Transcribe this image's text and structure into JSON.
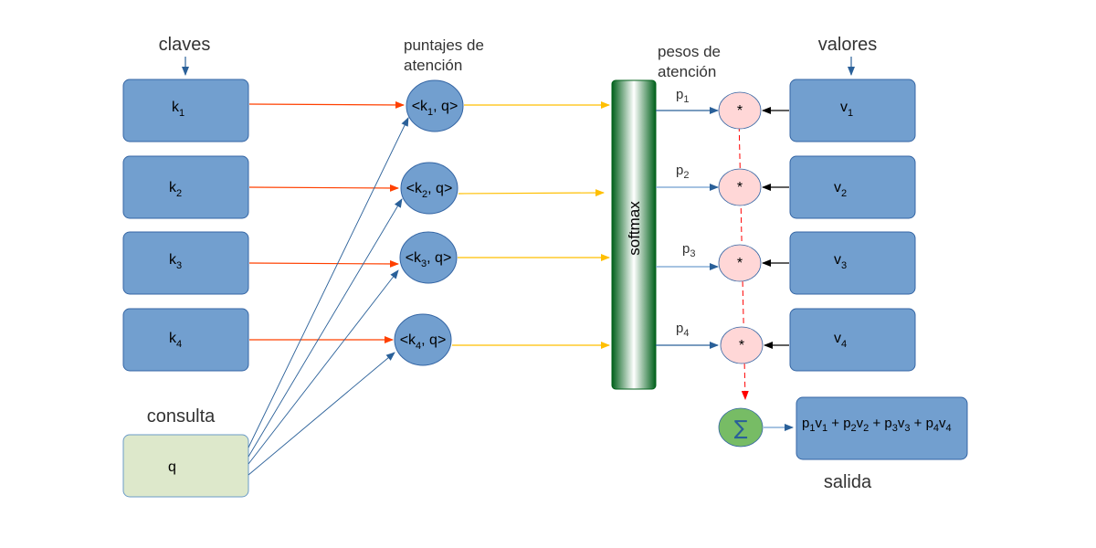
{
  "labels": {
    "keys_title": "claves",
    "query_title": "consulta",
    "scores_title_line1": "puntajes de",
    "scores_title_line2": "atención",
    "weights_title_line1": "pesos de",
    "weights_title_line2": "atención",
    "values_title": "valores",
    "softmax": "softmax",
    "output_title": "salida",
    "mult_symbol": "*",
    "sum_symbol": "∑"
  },
  "query": {
    "label": "q"
  },
  "keys": [
    {
      "base": "k",
      "sub": "1"
    },
    {
      "base": "k",
      "sub": "2"
    },
    {
      "base": "k",
      "sub": "3"
    },
    {
      "base": "k",
      "sub": "4"
    }
  ],
  "scores": [
    {
      "pre": "<k",
      "sub": "1",
      "post": ", q>"
    },
    {
      "pre": "<k",
      "sub": "2",
      "post": ", q>"
    },
    {
      "pre": "<k",
      "sub": "3",
      "post": ", q>"
    },
    {
      "pre": "<k",
      "sub": "4",
      "post": ", q>"
    }
  ],
  "weights": [
    {
      "base": "p",
      "sub": "1"
    },
    {
      "base": "p",
      "sub": "2"
    },
    {
      "base": "p",
      "sub": "3"
    },
    {
      "base": "p",
      "sub": "4"
    }
  ],
  "values": [
    {
      "base": "v",
      "sub": "1"
    },
    {
      "base": "v",
      "sub": "2"
    },
    {
      "base": "v",
      "sub": "3"
    },
    {
      "base": "v",
      "sub": "4"
    }
  ],
  "output_formula": [
    {
      "t": "p",
      "s": "1"
    },
    {
      "t": "v",
      "s": "1"
    },
    {
      "t": " + p",
      "s": "2"
    },
    {
      "t": "v",
      "s": "2"
    },
    {
      "t": " + p",
      "s": "3"
    },
    {
      "t": "v",
      "s": "3"
    },
    {
      "t": " + p",
      "s": "4"
    },
    {
      "t": "v",
      "s": "4"
    }
  ],
  "colors": {
    "box_blue": "#729fcf",
    "box_border": "#3465a4",
    "query_fill": "#dde8cb",
    "query_border": "#6b9bc7",
    "mult_fill": "#ffd7d7",
    "sum_fill": "#77bc65",
    "arrow_red": "#ff4000",
    "arrow_yellow": "#ffbf00",
    "arrow_blue": "#2a6099",
    "dash_red": "#ff0000",
    "softmax_dark": "#00601a",
    "softmax_light": "#ffffff"
  }
}
